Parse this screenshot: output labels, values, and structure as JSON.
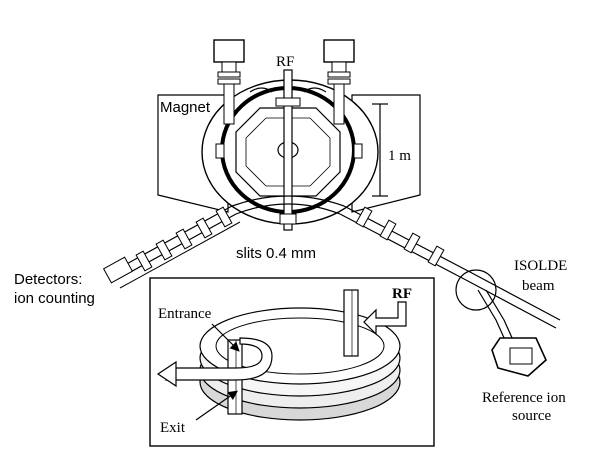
{
  "labels": {
    "rf_top": "RF",
    "magnet": "Magnet",
    "scale": "1 m",
    "slits": "slits 0.4 mm",
    "detectors_line1": "Detectors:",
    "detectors_line2": "ion counting",
    "isolde_line1": "ISOLDE",
    "isolde_line2": "beam",
    "reference_line1": "Reference ion",
    "reference_line2": "source",
    "entrance": "Entrance",
    "exit": "Exit",
    "rf_inset": "RF"
  }
}
